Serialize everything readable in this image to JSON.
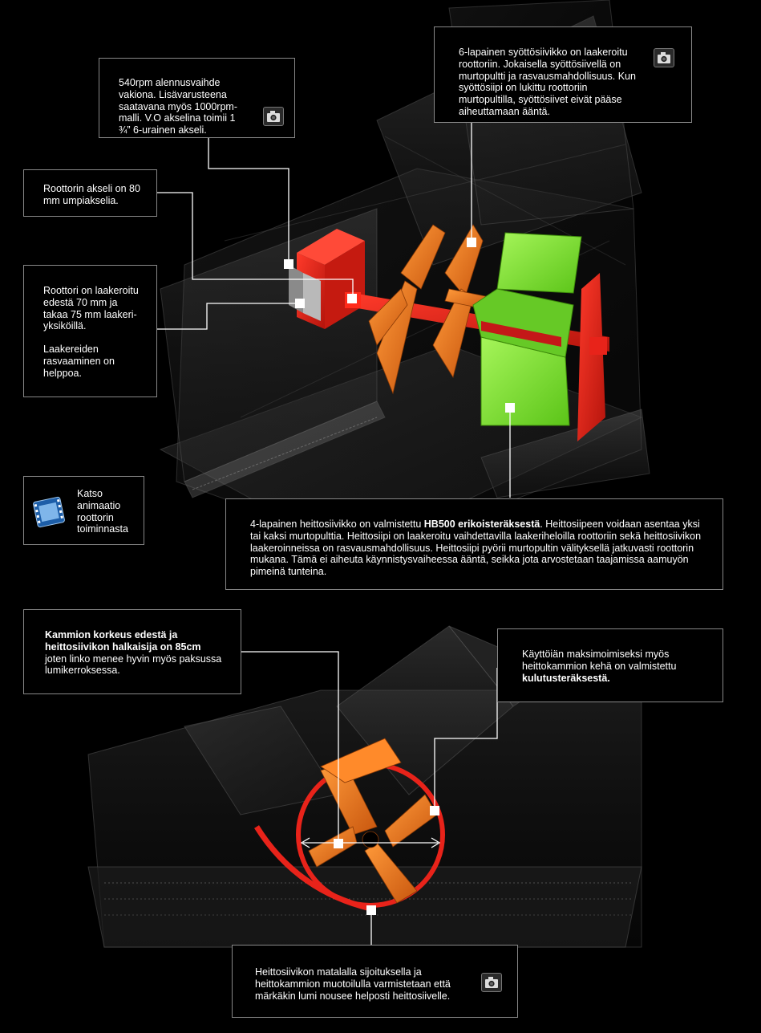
{
  "callouts": {
    "gearbox": {
      "text": "540rpm alennusvaihde vakiona. Lisävarusteena saatavana myös 1000rpm-malli. V.O akselina toimii 1 ¾” 6-urainen akseli.",
      "camera_icon": "camera-icon"
    },
    "feed_rotor": {
      "text": "6-lapainen syöttösiivikko on laakeroitu roottoriin. Jokaisella syöttösiivellä on murtopultti ja rasvausmahdollisuus. Kun syöttösiipi on lukittu roottoriin murtopultilla, syöttösiivet eivät pääse aiheuttamaan ääntä.",
      "camera_icon": "camera-icon"
    },
    "shaft": {
      "text": "Roottorin akseli on 80 mm umpiakselia."
    },
    "bearings": {
      "text1": "Roottori on laakeroitu edestä 70 mm ja takaa 75 mm laakeri-yksiköillä.",
      "text2": "Laakereiden rasvaaminen on helppoa."
    },
    "animation": {
      "text": "Katso animaatio roottorin toiminnasta",
      "icon": "film-icon"
    },
    "impeller": {
      "before": "4-lapainen heittosiivikko on valmistettu ",
      "bold": "HB500 erikoisteräksestä",
      "after": ". Heittosiipeen voidaan asentaa yksi tai kaksi murtopulttia. Heittosiipi on laakeroitu vaihdettavilla laakeriheloilla roottoriin sekä heittosiivikon laakeroinneissa on rasvausmahdollisuus. Heittosiipi pyörii murtopultin välityksellä jatkuvasti roottorin mukana. Tämä ei aiheuta käynnistysvaiheessa ääntä, seikka jota arvostetaan taajamissa aamuyön pimeinä tunteina."
    },
    "chamber_height": {
      "bold": "Kammion korkeus edestä ja heittosiivikon halkaisija on 85cm",
      "after": " joten linko menee hyvin myös paksussa lumikerroksessa."
    },
    "wear_steel": {
      "before": "Käyttöiän maksimoimiseksi myös heittokammion kehä on valmistettu ",
      "bold": "kulutusteräksestä."
    },
    "low_position": {
      "text": "Heittosiivikon matalalla sijoituksella ja heittokammion muotoilulla varmistetaan että märkäkin lumi nousee helposti heittosiivelle.",
      "camera_icon": "camera-icon"
    }
  },
  "colors": {
    "background": "#000000",
    "gearbox_red": "#e8231a",
    "feed_orange": "#f07a1e",
    "impeller_green": "#7ee832",
    "leader_line": "#ffffff",
    "box_border": "#888888"
  }
}
